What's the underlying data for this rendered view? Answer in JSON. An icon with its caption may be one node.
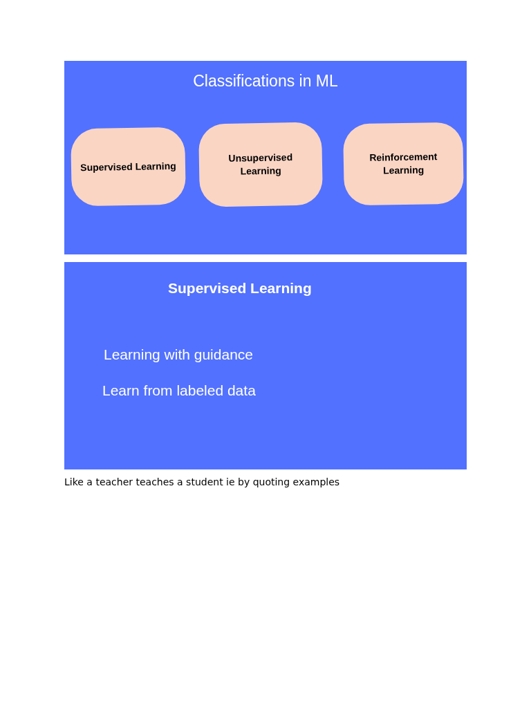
{
  "diagram": {
    "caption": "Like a teacher teaches a student ie by quoting examples",
    "nodes": [
      {
        "text": [
          "Classifications in ML"
        ]
      },
      {
        "text": [
          "Supervised Learning"
        ],
        "in": 0
      },
      {
        "text": [
          "Unsupervised Learning"
        ],
        "in": 0
      },
      {
        "text": [
          "Reinforcement Learning"
        ],
        "in": 0
      },
      {
        "text": [
          "Supervised Learning",
          "Learning with guidance",
          "Learn from labeled data"
        ]
      }
    ]
  }
}
